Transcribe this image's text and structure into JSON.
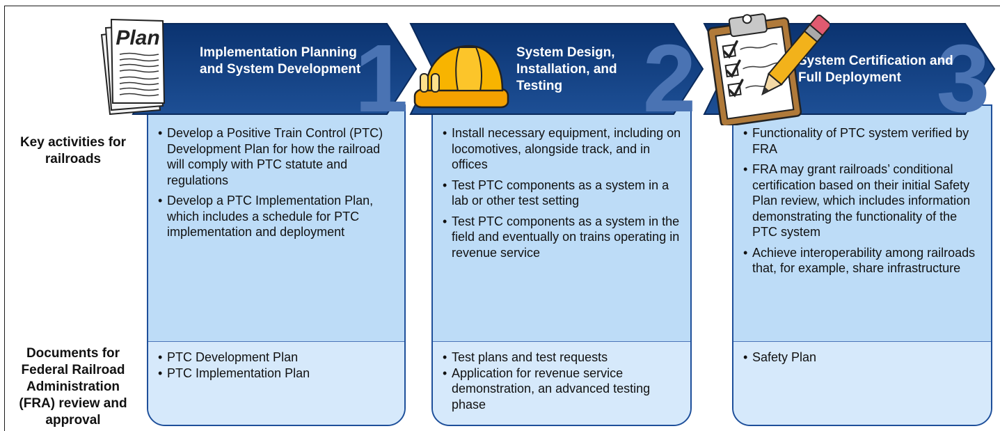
{
  "row_labels": {
    "activities": "Key activities for railroads",
    "documents": "Documents for Federal Railroad Administration (FRA) review and approval"
  },
  "phases": [
    {
      "number": "1",
      "title": "Implementation Planning and System Development",
      "icon": "plan-document-icon",
      "icon_text": "Plan",
      "activities": [
        "Develop a Positive Train Control (PTC) Development Plan for how the railroad will comply with PTC statute and regulations",
        "Develop a PTC Implementation Plan, which includes a schedule for PTC implementation and deployment"
      ],
      "documents": [
        "PTC Development Plan",
        "PTC Implementation Plan"
      ]
    },
    {
      "number": "2",
      "title": "System Design, Installation, and Testing",
      "icon": "hard-hat-icon",
      "activities": [
        "Install necessary equipment, including on locomotives, alongside track, and in offices",
        "Test PTC components as a system in a lab or other test setting",
        "Test PTC components as a system in the field and eventually on trains operating in revenue service"
      ],
      "documents": [
        "Test plans and test requests",
        "Application for revenue service demonstration, an advanced testing phase"
      ]
    },
    {
      "number": "3",
      "title": "System Certification and Full Deployment",
      "icon": "clipboard-checklist-icon",
      "activities": [
        "Functionality of PTC system verified by FRA",
        "FRA may grant railroads’ conditional certification based on their initial Safety Plan review, which includes information demonstrating the functionality of the PTC system",
        "Achieve interoperability among railroads that, for example, share infrastructure"
      ],
      "documents": [
        "Safety Plan"
      ]
    }
  ],
  "colors": {
    "header_dark": "#0b3370",
    "header_light": "#1d4f95",
    "panel_top": "#bddcf7",
    "panel_bottom": "#d6e9fb",
    "panel_border": "#1e4f9a",
    "number": "#4a73b3"
  }
}
